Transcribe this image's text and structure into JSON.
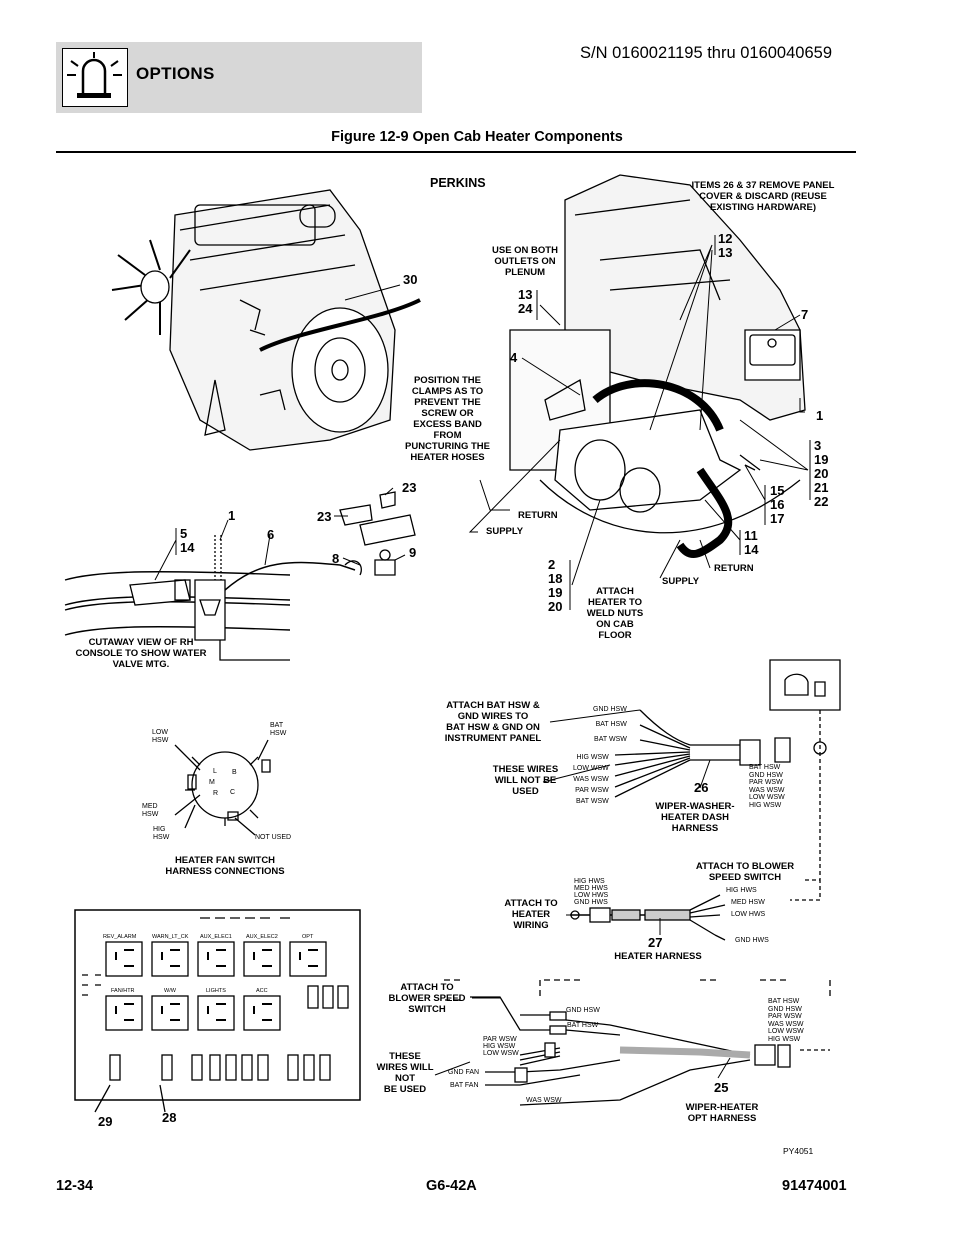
{
  "header": {
    "section_title": "OPTIONS",
    "serial_range": "S/N 0160021195 thru 0160040659",
    "figure_title": "Figure 12-9 Open Cab Heater Components"
  },
  "labels": {
    "perkins": "PERKINS",
    "items_note": "ITEMS 26 & 37 REMOVE PANEL\nCOVER & DISCARD (REUSE\nEXISTING HARDWARE)",
    "use_both": "USE ON BOTH\nOUTLETS ON\nPLENUM",
    "position_clamps": "POSITION THE\nCLAMPS AS TO\nPREVENT THE\nSCREW OR\nEXCESS BAND\nFROM\nPUNCTURING THE\nHEATER HOSES",
    "return_1": "RETURN",
    "supply_1": "SUPPLY",
    "supply_2": "SUPPLY",
    "return_2": "RETURN",
    "attach_heater": "ATTACH\nHEATER TO\nWELD NUTS\nON CAB\nFLOOR",
    "cutaway": "CUTAWAY VIEW OF RH\nCONSOLE TO SHOW WATER\nVALVE MTG.",
    "attach_bat": "ATTACH BAT HSW &\nGND WIRES TO\nBAT HSW & GND ON\nINSTRUMENT PANEL",
    "these_wires_1": "THESE WIRES\nWILL NOT BE\nUSED",
    "wiper_washer": "WIPER-WASHER-\nHEATER DASH\nHARNESS",
    "fan_switch": "HEATER FAN SWITCH\nHARNESS CONNECTIONS",
    "attach_blower_1": "ATTACH TO BLOWER\nSPEED SWITCH",
    "attach_heater_wiring": "ATTACH TO\nHEATER\nWIRING",
    "heater_harness": "HEATER HARNESS",
    "attach_blower_2": "ATTACH TO\nBLOWER SPEED\nSWITCH",
    "these_wires_2": "THESE\nWIRES WILL\nNOT\nBE USED",
    "wiper_heater": "WIPER-HEATER\nOPT HARNESS",
    "drawing_id": "PY4051"
  },
  "callouts": {
    "c30": "30",
    "c13_24": "13\n24",
    "c4": "4",
    "c12_13": "12\n13",
    "c7": "7",
    "c1a": "1",
    "c3_22": "3\n19\n20\n21\n22",
    "c15_17": "15\n16\n17",
    "c11_14": "11\n14",
    "c2_20": "2\n18\n19\n20",
    "c23a": "23",
    "c23b": "23",
    "c8": "8",
    "c9": "9",
    "c5_14": "5\n14",
    "c1b": "1",
    "c6": "6",
    "c26": "26",
    "c27": "27",
    "c25": "25",
    "c29": "29",
    "c28": "28"
  },
  "wires": {
    "dash_left": "GND HSW\nBAT HSW\nBAT WSW",
    "dash_left_unused": "HIG WSW\nLOW WSW\nWAS WSW\nPAR WSW\nBAT WSW",
    "dash_right": "BAT HSW\nGND HSW\nPAR WSW\nWAS WSW\nLOW WSW\nHIG WSW",
    "switch_low": "LOW\nHSW",
    "switch_bat": "BAT\nHSW",
    "switch_med": "MED\nHSW",
    "switch_hig": "HIG\nHSW",
    "switch_not_used": "NOT USED",
    "sw_l": "L",
    "sw_m": "M",
    "sw_r": "R",
    "sw_b": "B",
    "sw_c": "C",
    "heater_left": "HIG HWS\nMED HWS\nLOW HWS\nGND HWS",
    "heater_r1": "HIG HWS",
    "heater_r2": "MED HSW",
    "heater_r3": "LOW HWS",
    "heater_r4": "GND HWS",
    "opt_gnd": "GND HSW",
    "opt_bat": "BAT HSW",
    "opt_unused": "PAR WSW\nHIG WSW\nLOW WSW",
    "opt_gnd_fan": "GND FAN",
    "opt_bat_fan": "BAT FAN",
    "opt_was": "WAS WSW",
    "opt_right": "BAT HSW\nGND HSW\nPAR WSW\nWAS WSW\nLOW WSW\nHIG WSW"
  },
  "relay_panel": {
    "row1": [
      "REV_ALARM",
      "WARN_LT_CK",
      "AUX_ELEC1",
      "AUX_ELEC2",
      "OPT"
    ],
    "row2": [
      "FAN/HTR",
      "W/W",
      "LIGHTS",
      "ACC"
    ]
  },
  "footer": {
    "page": "12-34",
    "model": "G6-42A",
    "doc_number": "91474001"
  }
}
